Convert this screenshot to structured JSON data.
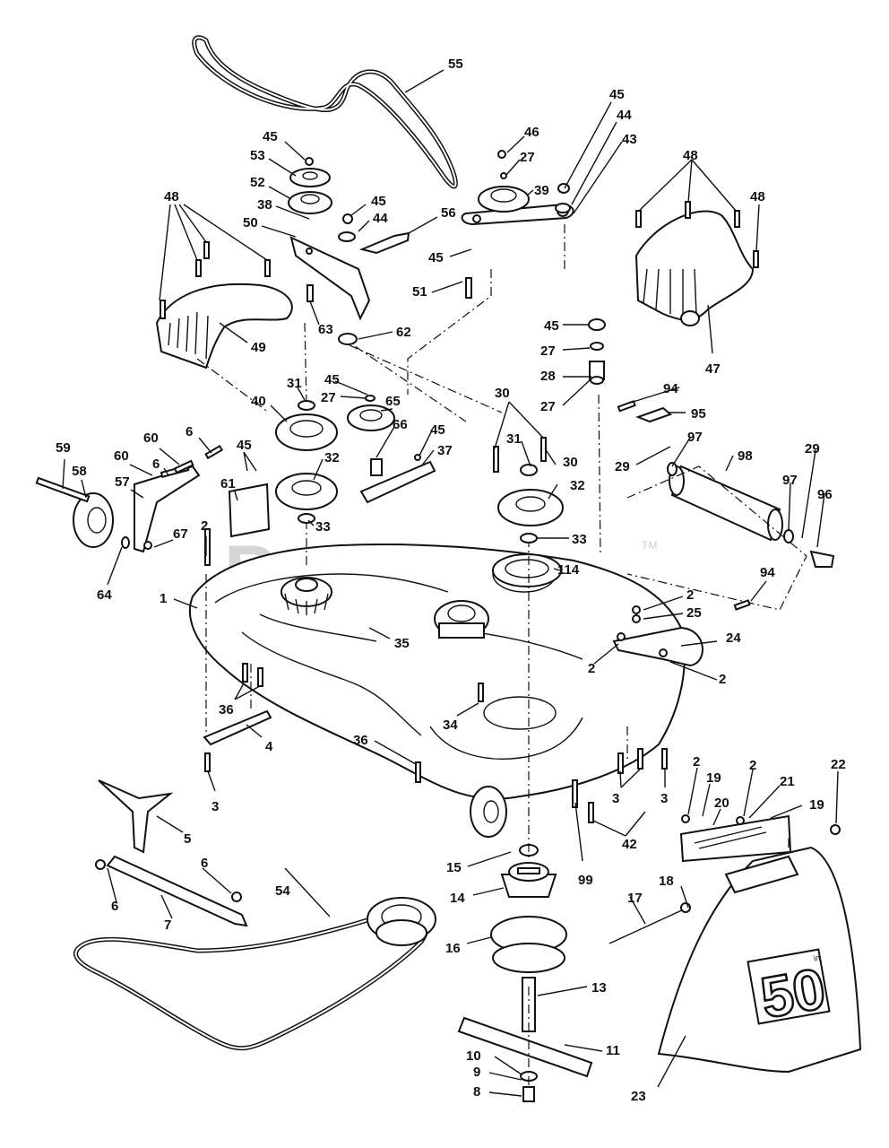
{
  "watermark": {
    "text": "PartsTree",
    "trademark": "TM"
  },
  "deck_size_text": "50",
  "deck_size_suffix": "in",
  "labels": [
    "55",
    "45",
    "53",
    "52",
    "38",
    "50",
    "46",
    "27",
    "39",
    "45",
    "44",
    "43",
    "45",
    "44",
    "56",
    "45",
    "51",
    "48",
    "48",
    "63",
    "62",
    "49",
    "45",
    "27",
    "28",
    "27",
    "94",
    "95",
    "29",
    "97",
    "98",
    "29",
    "97",
    "96",
    "31",
    "40",
    "27",
    "65",
    "45",
    "45",
    "66",
    "37",
    "30",
    "31",
    "30",
    "32",
    "32",
    "33",
    "33",
    "114",
    "6",
    "60",
    "59",
    "60",
    "58",
    "57",
    "6",
    "45",
    "61",
    "2",
    "67",
    "64",
    "1",
    "35",
    "94",
    "2",
    "25",
    "24",
    "2",
    "2",
    "36",
    "34",
    "4",
    "3",
    "36",
    "3",
    "3",
    "42",
    "2",
    "19",
    "2",
    "21",
    "22",
    "20",
    "19",
    "99",
    "5",
    "15",
    "14",
    "6",
    "6",
    "7",
    "54",
    "16",
    "18",
    "17",
    "13",
    "11",
    "10",
    "9",
    "8",
    "23",
    "47",
    "48"
  ]
}
